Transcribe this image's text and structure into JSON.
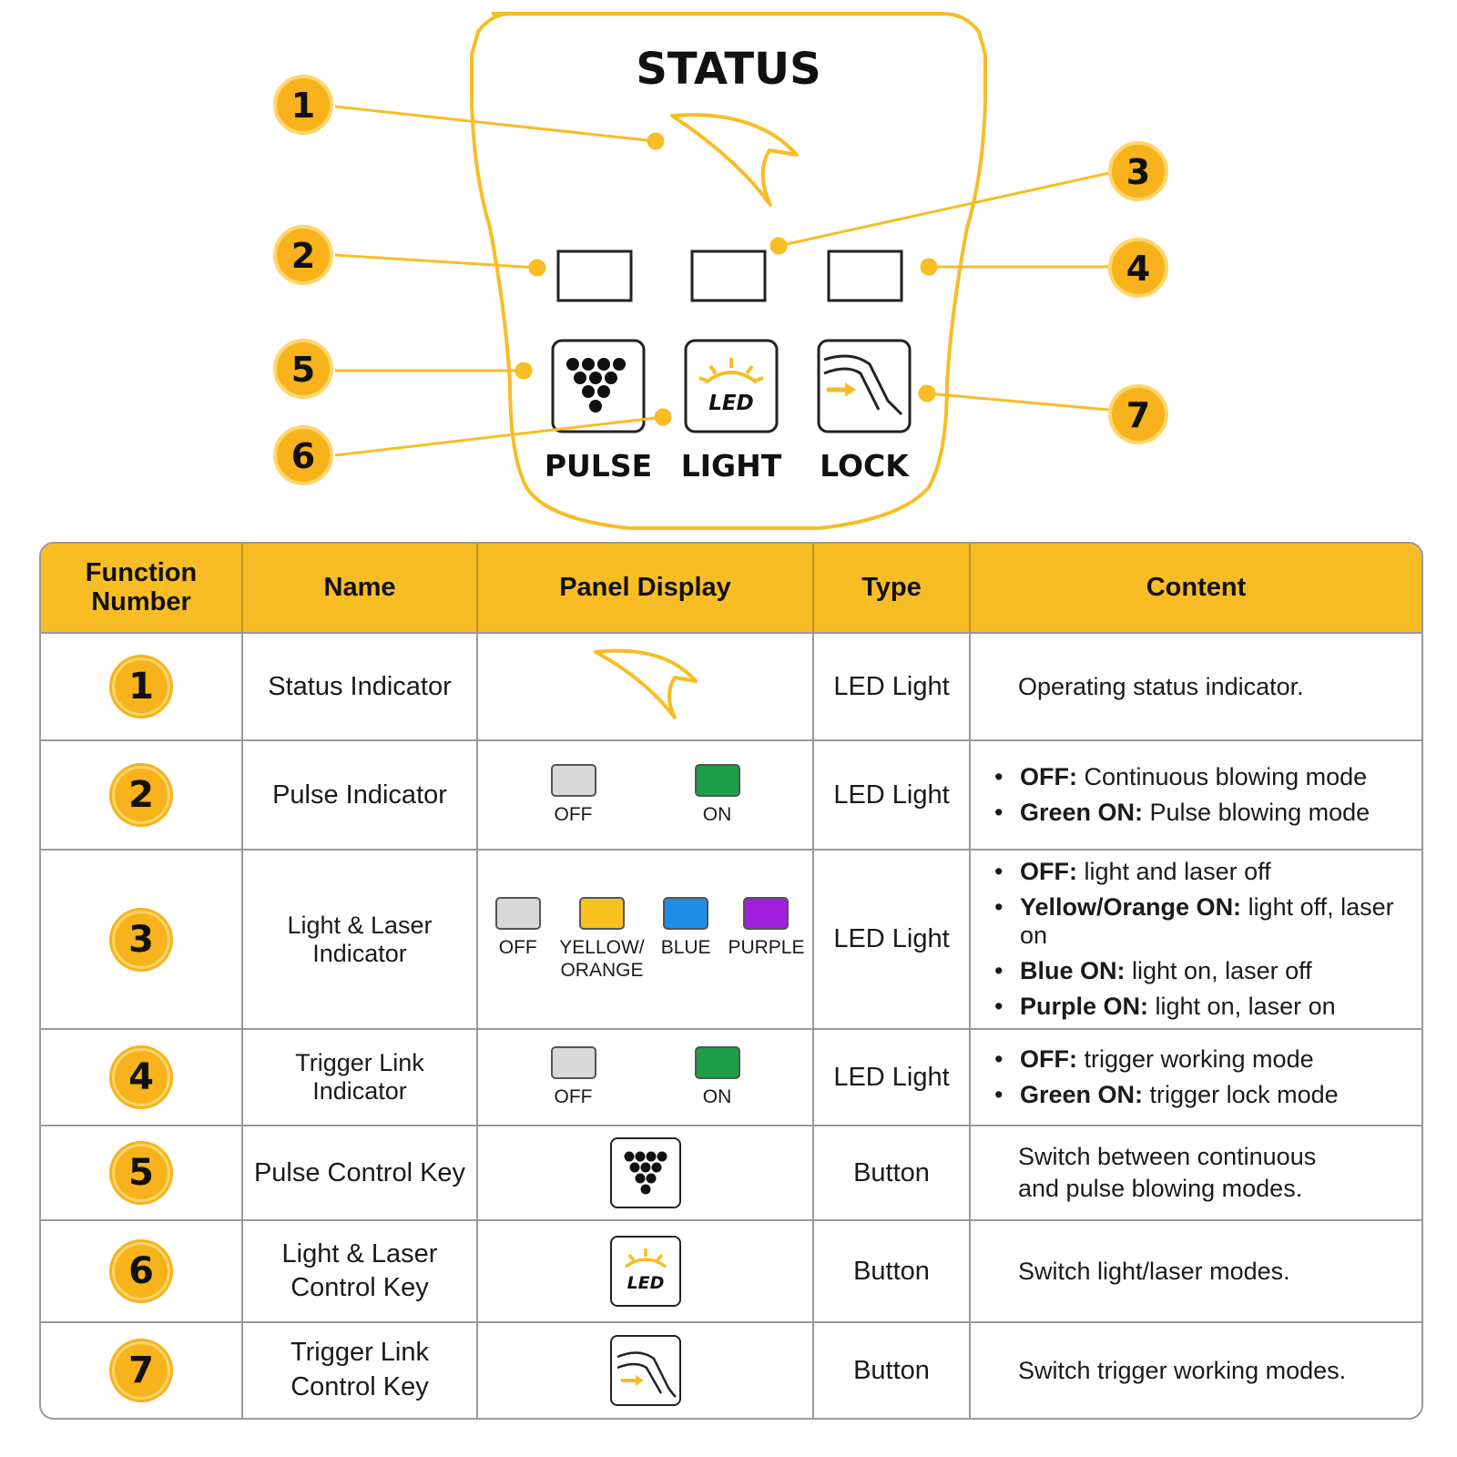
{
  "panel": {
    "title": "STATUS",
    "keys": [
      "PULSE",
      "LIGHT",
      "LOCK"
    ],
    "led_icon_text": "LED",
    "callouts": [
      "1",
      "2",
      "3",
      "4",
      "5",
      "6",
      "7"
    ]
  },
  "colors": {
    "accent": "#f8bd25",
    "off": "#d9d9d9",
    "green": "#1f9e4a",
    "yellow_orange": "#f8c21e",
    "blue": "#1e8ee6",
    "purple": "#a21fe0"
  },
  "table": {
    "headers": [
      "Function\nNumber",
      "Name",
      "Panel Display",
      "Type",
      "Content"
    ],
    "rows": [
      {
        "num": "1",
        "name": "Status Indicator",
        "display_icon": "status-swoosh-icon",
        "type": "LED Light",
        "content": "Operating status indicator."
      },
      {
        "num": "2",
        "name": "Pulse Indicator",
        "swatch_labels": [
          "OFF",
          "ON"
        ],
        "type": "LED Light",
        "bullets": [
          {
            "key": "OFF:",
            "text": " Continuous blowing mode"
          },
          {
            "key": "Green ON:",
            "text": " Pulse blowing mode"
          }
        ]
      },
      {
        "num": "3",
        "name": "Light & Laser Indicator",
        "swatch_labels": [
          "OFF",
          "YELLOW/\nORANGE",
          "BLUE",
          "PURPLE"
        ],
        "type": "LED Light",
        "bullets": [
          {
            "key": "OFF:",
            "text": " light and laser off"
          },
          {
            "key": "Yellow/Orange ON:",
            "text": " light off, laser on"
          },
          {
            "key": "Blue ON:",
            "text": " light on, laser off"
          },
          {
            "key": "Purple ON:",
            "text": " light on, laser on"
          }
        ]
      },
      {
        "num": "4",
        "name": "Trigger Link Indicator",
        "swatch_labels": [
          "OFF",
          "ON"
        ],
        "type": "LED Light",
        "bullets": [
          {
            "key": "OFF:",
            "text": " trigger working mode"
          },
          {
            "key": "Green ON:",
            "text": " trigger lock mode"
          }
        ]
      },
      {
        "num": "5",
        "name": "Pulse Control Key",
        "display_icon": "pulse-dots-icon",
        "type": "Button",
        "content": "Switch between continuous\nand pulse blowing modes."
      },
      {
        "num": "6",
        "name": "Light & Laser\nControl Key",
        "display_icon": "led-icon",
        "type": "Button",
        "content": "Switch light/laser modes."
      },
      {
        "num": "7",
        "name": "Trigger Link\nControl Key",
        "display_icon": "trigger-lock-icon",
        "type": "Button",
        "content": "Switch trigger working modes."
      }
    ]
  }
}
